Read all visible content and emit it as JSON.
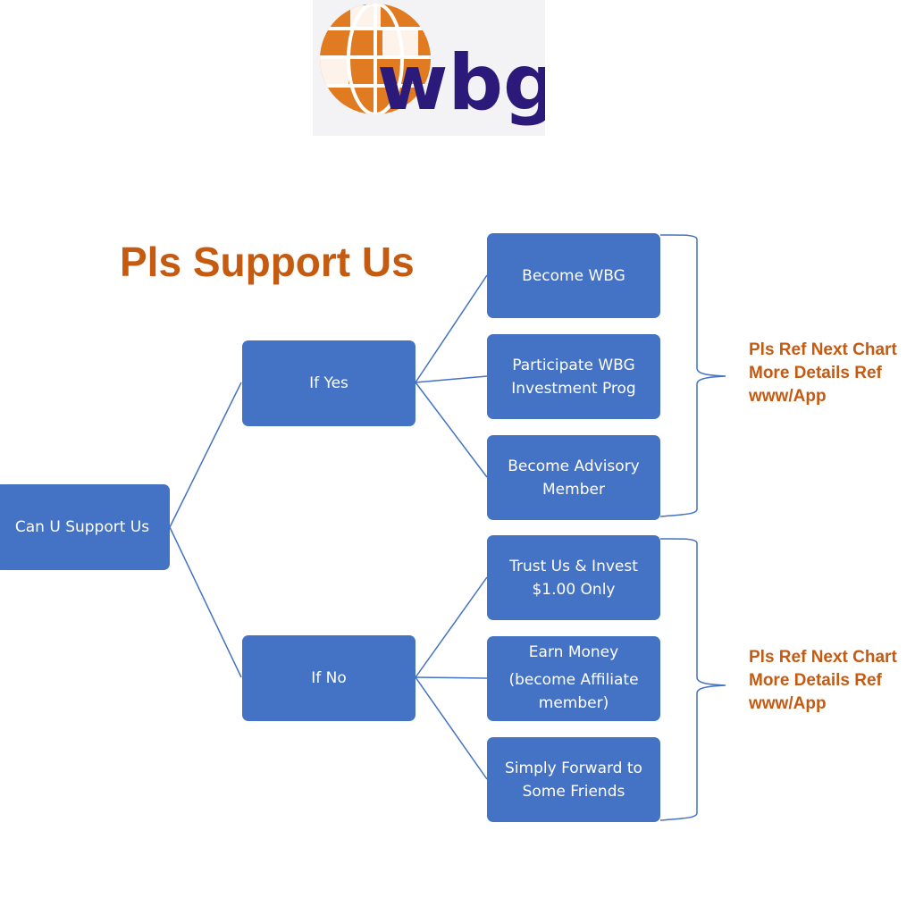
{
  "logo": {
    "text": "wbg",
    "globe_color": "#e07b22",
    "text_color": "#2b1a7a"
  },
  "title": "Pls Support Us",
  "colors": {
    "node_fill": "#4472c4",
    "accent": "#c55a11",
    "connector": "#4472c4"
  },
  "tree": {
    "root": {
      "label": "Can U Support Us"
    },
    "branches": [
      {
        "label": "If Yes",
        "children": [
          {
            "lines": [
              "Become WBG"
            ]
          },
          {
            "lines": [
              "Participate WBG",
              "Investment Prog"
            ]
          },
          {
            "lines": [
              "Become Advisory",
              "Member"
            ]
          }
        ],
        "note": [
          "Pls Ref Next Chart",
          "More Details Ref",
          "www/App"
        ]
      },
      {
        "label": "If No",
        "children": [
          {
            "lines": [
              "Trust Us & Invest",
              "$1.00 Only"
            ]
          },
          {
            "lines": [
              "Earn Money",
              "(become Affiliate",
              "member)"
            ]
          },
          {
            "lines": [
              "Simply Forward to",
              "Some Friends"
            ]
          }
        ],
        "note": [
          "Pls Ref Next Chart",
          "More Details Ref",
          "www/App"
        ]
      }
    ]
  }
}
